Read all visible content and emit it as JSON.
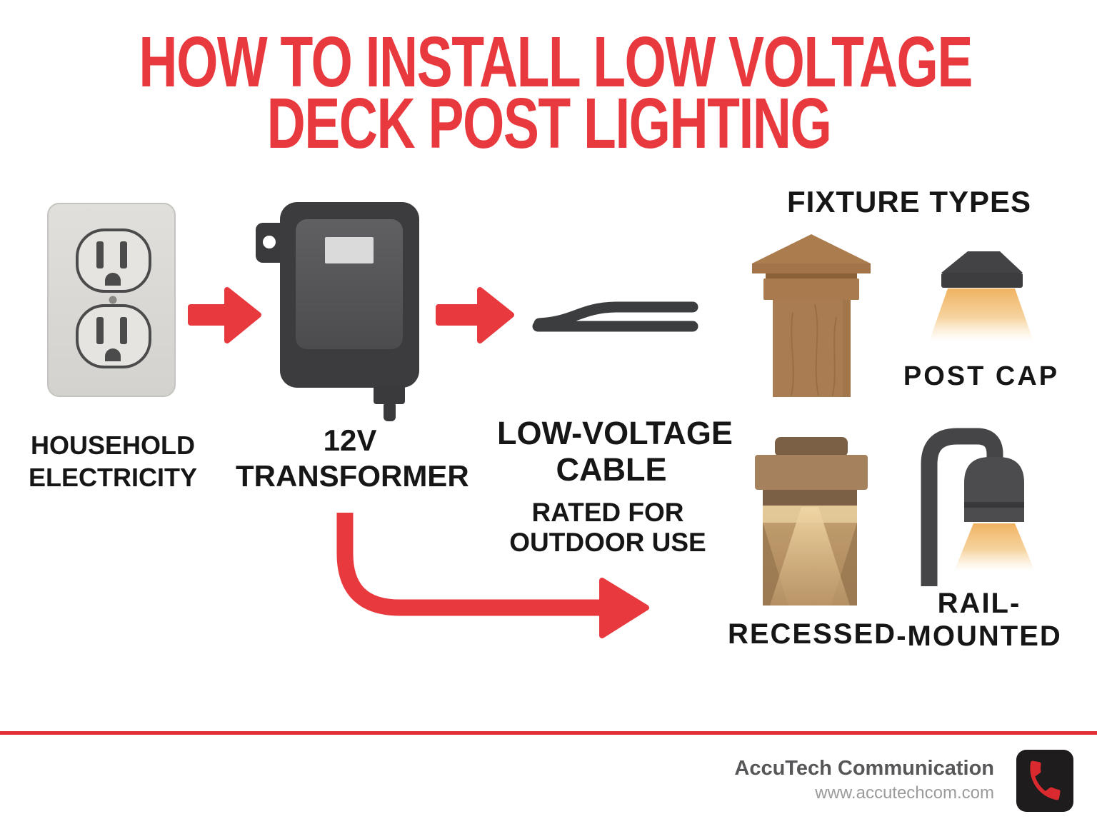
{
  "title": {
    "line1": "HOW TO INSTALL LOW VOLTAGE",
    "line2": "DECK POST LIGHTING"
  },
  "flow": {
    "outlet": {
      "label_lines": [
        "HOUSEHOLD",
        "ELECTRICITY"
      ]
    },
    "transformer": {
      "label_lines": [
        "12V",
        "TRANSFORMER"
      ]
    },
    "cable": {
      "label_lines": [
        "LOW-VOLTAGE",
        "CABLE"
      ],
      "note_lines": [
        "RATED FOR",
        "OUTDOOR USE"
      ]
    }
  },
  "fixtures": {
    "heading": "FIXTURE TYPES",
    "post_cap_label": "POST CAP",
    "recessed_label": "RECESSED",
    "rail_label_lines": [
      "RAIL-",
      "-MOUNTED"
    ]
  },
  "footer": {
    "company": "AccuTech Communication",
    "website": "www.accutechcom.com"
  },
  "icons": {
    "power_outlet": "duplex-outlet-illustration",
    "transformer": "12v-transformer-illustration",
    "cable": "two-conductor-cable-illustration",
    "arrow_right": "red-right-arrow",
    "arrow_elbow": "red-elbow-arrow",
    "wood_post": "wood-post-pyramid-cap-illustration",
    "post_cap_light": "post-cap-light-illustration",
    "recessed_light": "recessed-light-illustration",
    "rail_light": "rail-mounted-light-illustration",
    "phone": "phone-handset-icon"
  },
  "colors": {
    "accent_red": "#e8393e",
    "footer_rule_red": "#e22f36",
    "device_dark": "#3c3b3d",
    "outlet_plate": "#dbd9d5",
    "wood_brown": "#a97d51",
    "light_warm": "#f2b966",
    "text_black": "#161616",
    "footer_text_dark": "#57575a",
    "footer_text_light": "#9b9b9b",
    "phone_badge_bg": "#1e1c1c",
    "phone_glyph_red": "#da2a2f"
  }
}
